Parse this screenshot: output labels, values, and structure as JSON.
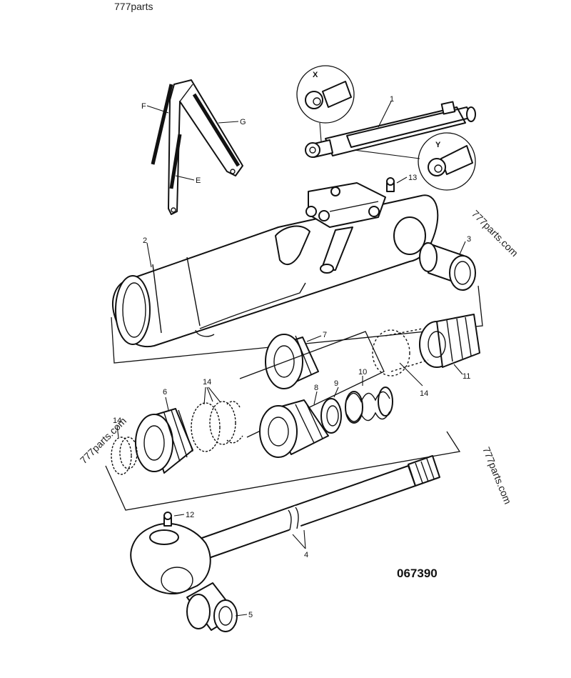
{
  "diagram": {
    "drawing_number": "067390",
    "watermark": "777parts.com",
    "watermark_partial": "777parts",
    "detail_labels": [
      "X",
      "Y"
    ],
    "boom_labels": [
      "F",
      "G",
      "E"
    ],
    "part_numbers": [
      "1",
      "2",
      "3",
      "4",
      "5",
      "6",
      "7",
      "8",
      "9",
      "10",
      "11",
      "12",
      "13",
      "14",
      "14",
      "14"
    ]
  },
  "colors": {
    "line": "#111111",
    "background": "#ffffff"
  }
}
